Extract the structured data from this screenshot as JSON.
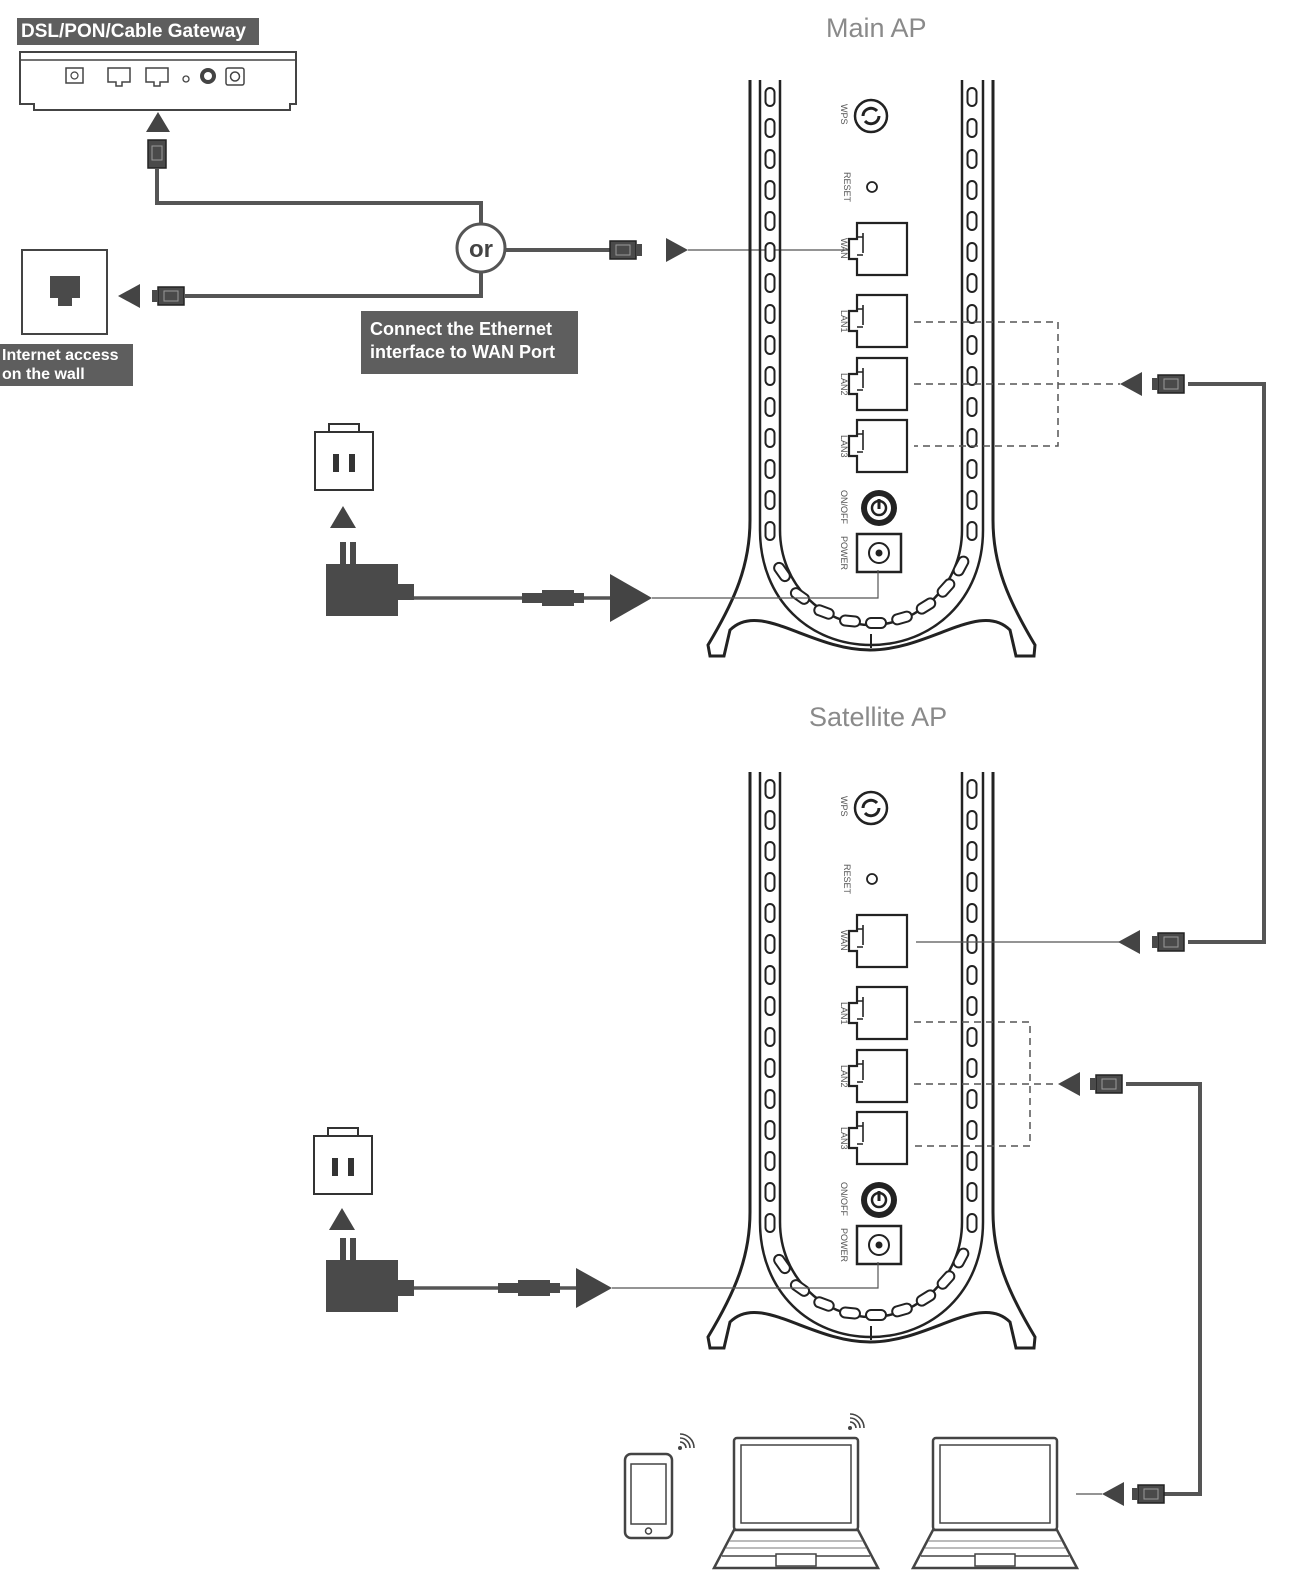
{
  "labels": {
    "gateway": "DSL/PON/Cable Gateway",
    "wall_line1": "Internet access",
    "wall_line2": "on the wall",
    "connect_line1": "Connect the Ethernet",
    "connect_line2": "interface to WAN Port",
    "or": "or",
    "main_ap": "Main AP",
    "satellite_ap": "Satellite AP"
  },
  "router_ports": [
    "WPS",
    "RESET",
    "WAN",
    "LAN1",
    "LAN2",
    "LAN3",
    "ON/OFF",
    "POWER"
  ],
  "colors": {
    "tag_background": "#5e5e5e",
    "device_fill": "#4a4a4a",
    "line": "#555555",
    "title_text": "#8a8a8a"
  },
  "icons": [
    "wps-icon",
    "power-icon",
    "ethernet-port-icon",
    "wall-outlet-icon",
    "power-adapter-icon",
    "smartphone-icon",
    "laptop-icon",
    "wifi-icon",
    "ethernet-plug-icon",
    "arrow-icon"
  ]
}
